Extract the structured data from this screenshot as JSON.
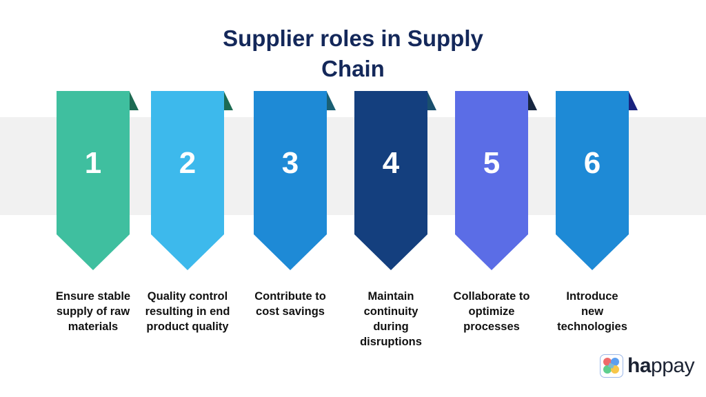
{
  "title_line1": "Supplier roles in Supply",
  "title_line2": "Chain",
  "roles": [
    {
      "number": "1",
      "label": [
        "Ensure stable",
        "supply of raw",
        "materials"
      ],
      "color": "#3fbf9f",
      "fold": "#1d6b53"
    },
    {
      "number": "2",
      "label": [
        "Quality control",
        "resulting in end",
        "product quality"
      ],
      "color": "#3db9ec",
      "fold": "#1d6b53"
    },
    {
      "number": "3",
      "label": [
        "Contribute to",
        "cost savings"
      ],
      "color": "#1e8ad6",
      "fold": "#1a5f73"
    },
    {
      "number": "4",
      "label": [
        "Maintain",
        "continuity",
        "during",
        "disruptions"
      ],
      "color": "#143f7e",
      "fold": "#1a4f6e"
    },
    {
      "number": "5",
      "label": [
        "Collaborate to",
        "optimize",
        "processes"
      ],
      "color": "#5b6de6",
      "fold": "#172640"
    },
    {
      "number": "6",
      "label": [
        "Introduce",
        "new",
        "technologies"
      ],
      "color": "#1e8ad6",
      "fold": "#1a237e"
    }
  ],
  "logo": {
    "text_bold": "ha",
    "text_light": "ppay"
  }
}
